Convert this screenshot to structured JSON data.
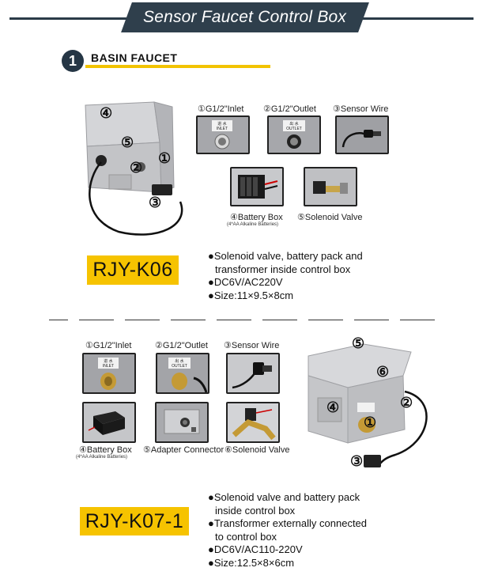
{
  "header": {
    "title": "Sensor Faucet Control Box"
  },
  "section": {
    "number": "1",
    "title": "BASIN FAUCET"
  },
  "product1": {
    "model": "RJY-K06",
    "callouts": [
      "④",
      "⑤",
      "①",
      "②",
      "③"
    ],
    "parts": [
      {
        "label": "①G1/2\"Inlet"
      },
      {
        "label": "②G1/2\"Outlet"
      },
      {
        "label": "③Sensor Wire"
      },
      {
        "label": "④Battery Box",
        "note": "(4*AA Alkaline Batteries)"
      },
      {
        "label": "⑤Solenoid Valve"
      }
    ],
    "inlet_tag": [
      "进 水",
      "INLET"
    ],
    "outlet_tag": [
      "出 水",
      "OUTLET"
    ],
    "specs": [
      "●Solenoid valve, battery pack and",
      "transformer inside control box",
      "●DC6V/AC220V",
      "●Size:11×9.5×8cm"
    ]
  },
  "product2": {
    "model": "RJY-K07-1",
    "callouts": [
      "⑤",
      "⑥",
      "④",
      "②",
      "①",
      "③"
    ],
    "parts": [
      {
        "label": "①G1/2\"Inlet"
      },
      {
        "label": "②G1/2\"Outlet"
      },
      {
        "label": "③Sensor Wire"
      },
      {
        "label": "④Battery Box",
        "note": "(4*AA Alkaline Batteries)"
      },
      {
        "label": "⑤Adapter Connector"
      },
      {
        "label": "⑥Solenoid Valve"
      }
    ],
    "inlet_tag": [
      "进 水",
      "INLET"
    ],
    "outlet_tag": [
      "出 水",
      "OUTLET"
    ],
    "specs": [
      "●Solenoid valve and battery pack",
      "inside control box",
      "●Transformer externally connected",
      "to control box",
      "●DC6V/AC110-220V",
      "●Size:12.5×8×6cm"
    ]
  },
  "colors": {
    "header_bg": "#2f3f4c",
    "accent_yellow": "#f6c300",
    "box_gray": "#c9cacc"
  }
}
